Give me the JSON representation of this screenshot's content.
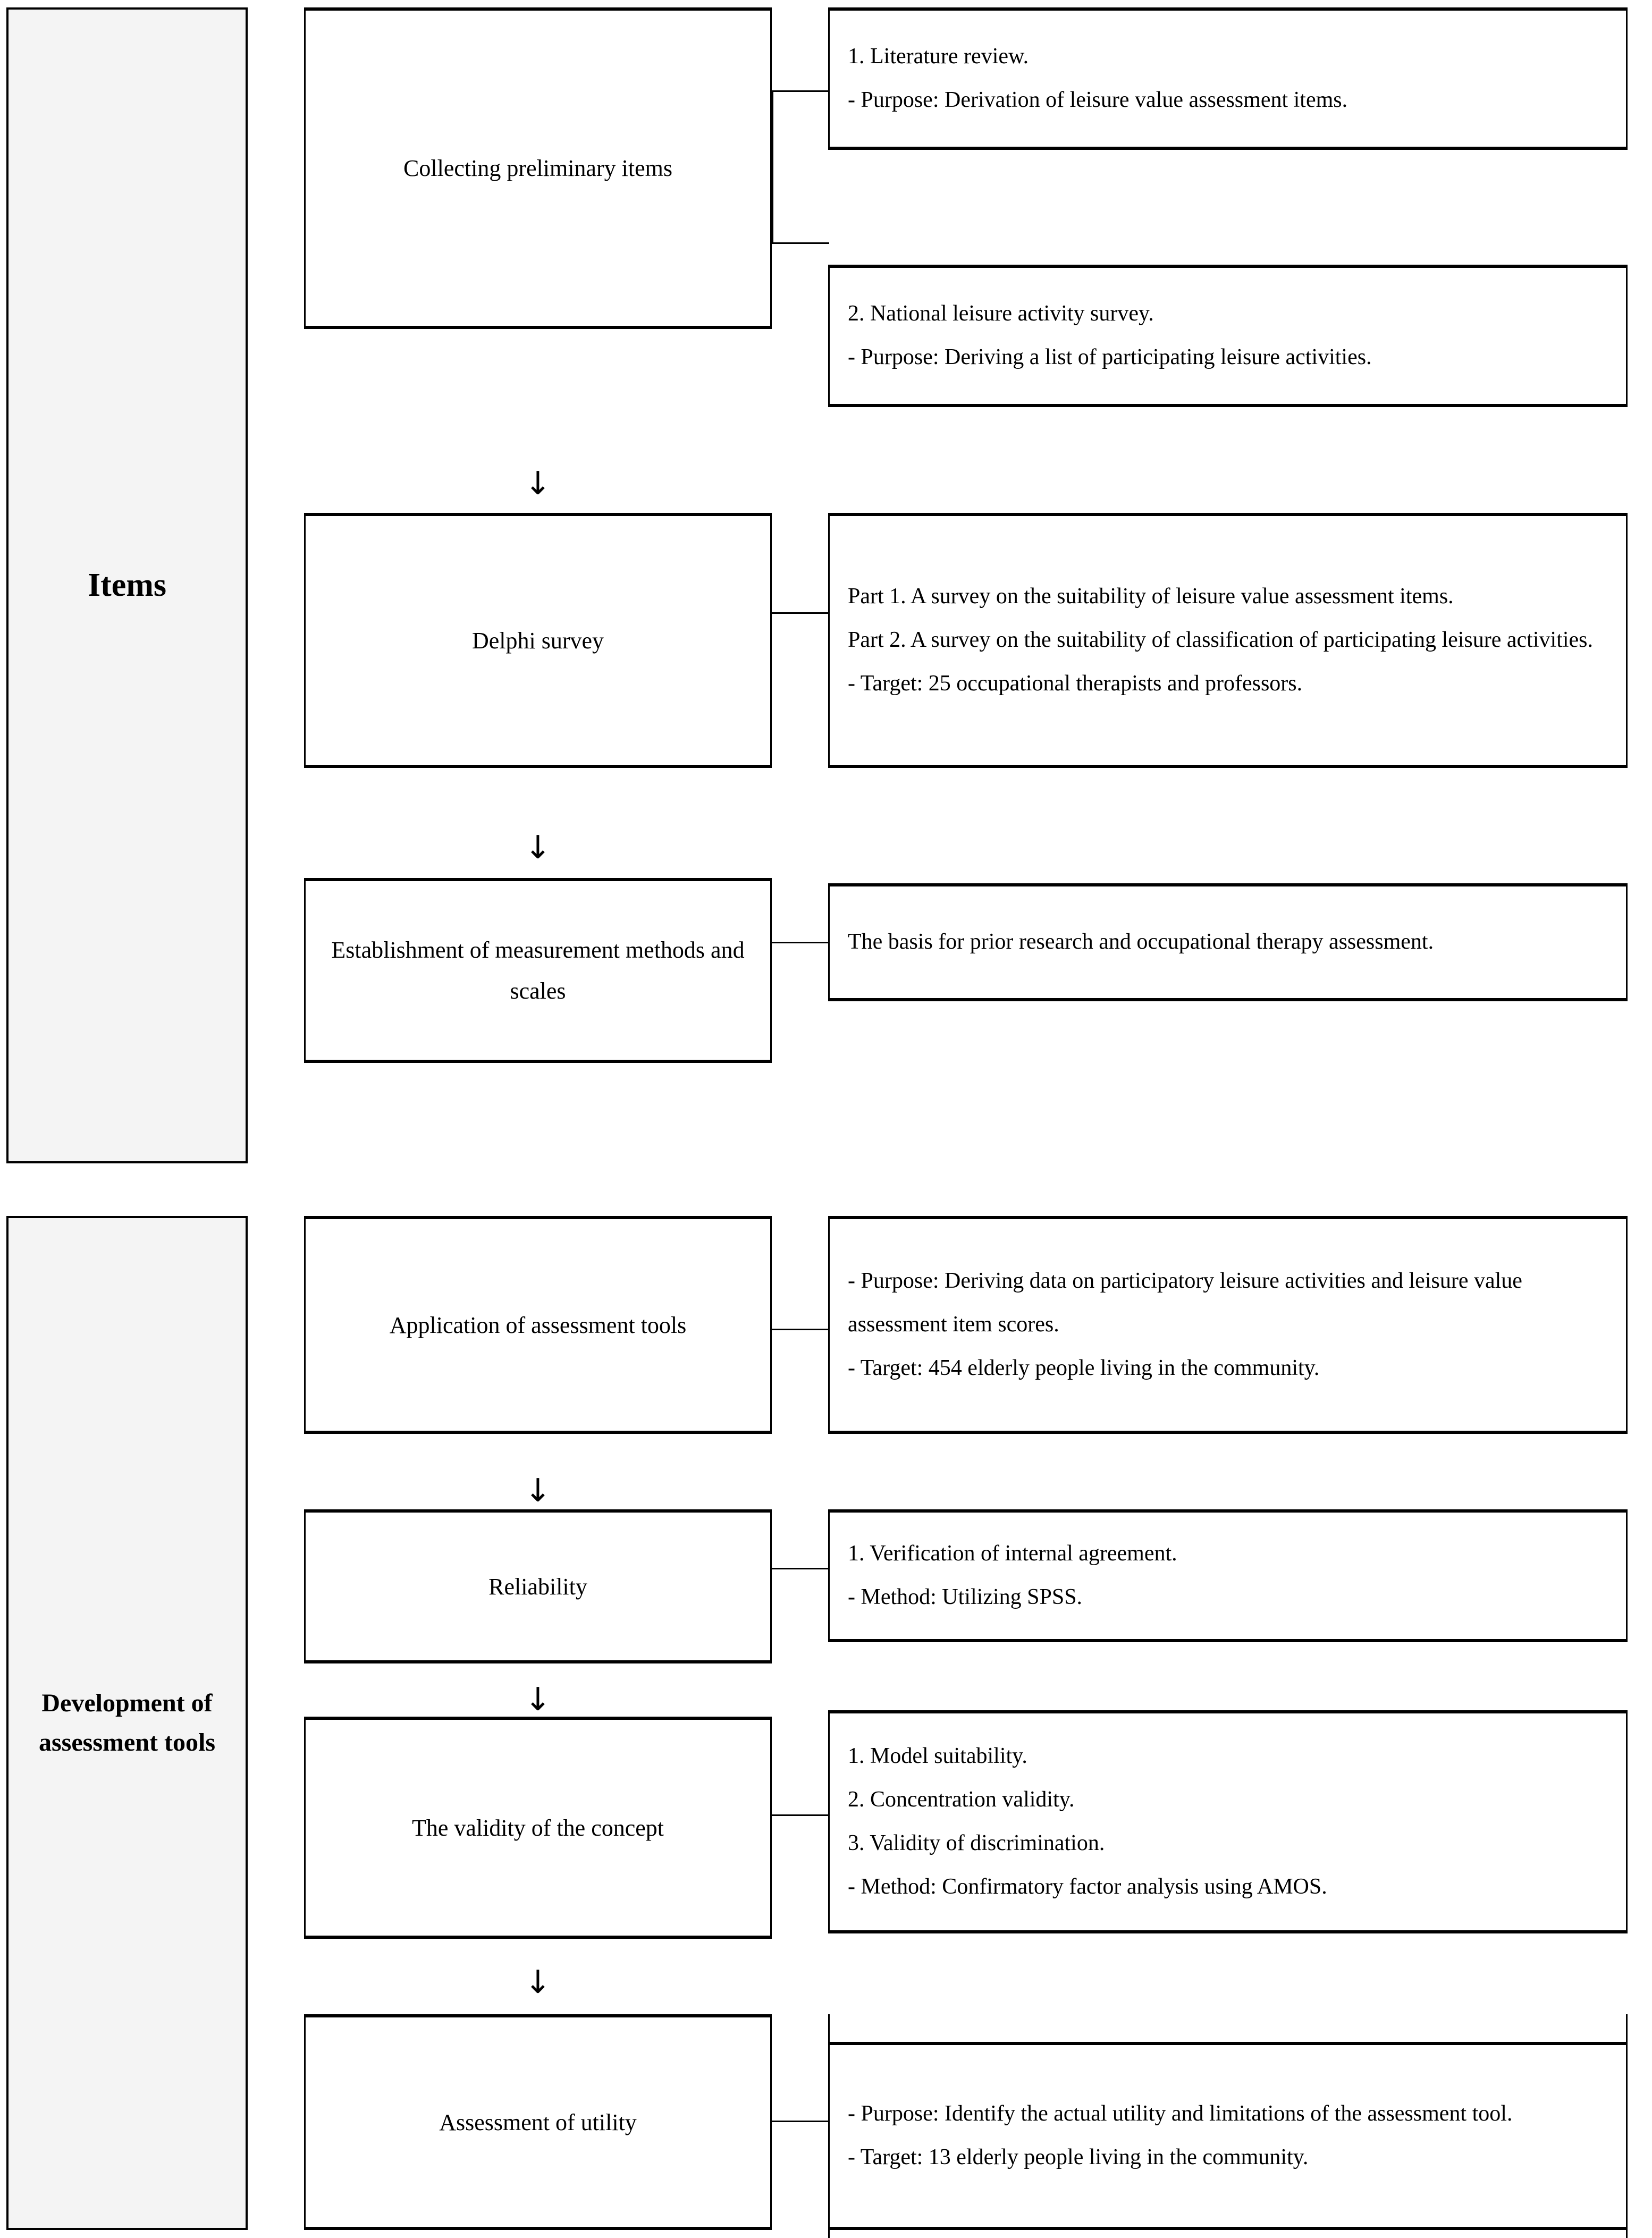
{
  "groups": [
    {
      "id": "items",
      "label": "Items"
    },
    {
      "id": "development",
      "label": "Development of assessment tools"
    }
  ],
  "arrow_glyph": "↓",
  "colors": {
    "sidebar_fill": "#f4f4f4",
    "stroke": "#000000",
    "background": "#ffffff"
  },
  "flow": {
    "items": {
      "group_label": "Items",
      "stages": [
        {
          "id": "collecting-preliminary-items",
          "label": "Collecting preliminary items",
          "details": [
            {
              "id": "literature-review",
              "lines": [
                "1. Literature review.",
                "- Purpose: Derivation of leisure value assessment items."
              ]
            },
            {
              "id": "national-leisure-activity-survey",
              "lines": [
                "2. National leisure activity survey.",
                "- Purpose: Deriving a list of participating leisure activities."
              ]
            }
          ]
        },
        {
          "id": "delphi-survey",
          "label": "Delphi survey",
          "details": [
            {
              "id": "delphi-survey-detail",
              "lines": [
                "Part 1. A survey on the suitability of leisure value assessment items.",
                "Part 2. A survey on the suitability of classification of participating leisure activities.",
                "- Target: 25 occupational therapists and professors."
              ]
            }
          ]
        },
        {
          "id": "establishment-of-measurement-methods-and-scales",
          "label": "Establishment of measurement methods and scales",
          "details": [
            {
              "id": "basis-for-prior-research",
              "lines": [
                "The basis for prior research and occupational therapy assessment."
              ]
            }
          ]
        }
      ]
    },
    "development": {
      "group_label": "Development of assessment tools",
      "stages": [
        {
          "id": "application-of-assessment-tools",
          "label": "Application of assessment tools",
          "details": [
            {
              "id": "application-detail",
              "lines": [
                "- Purpose: Deriving data on participatory leisure activities and leisure value assessment item scores.",
                "- Target: 454 elderly people living in the community."
              ]
            }
          ]
        },
        {
          "id": "reliability",
          "label": "Reliability",
          "details": [
            {
              "id": "reliability-detail",
              "lines": [
                "1. Verification of internal agreement.",
                "- Method: Utilizing SPSS."
              ]
            }
          ]
        },
        {
          "id": "the-validity-of-the-concept",
          "label": "The validity of the concept",
          "details": [
            {
              "id": "validity-detail",
              "lines": [
                "1. Model suitability.",
                "2. Concentration validity.",
                "3. Validity of discrimination.",
                "- Method: Confirmatory factor analysis using AMOS."
              ]
            }
          ]
        },
        {
          "id": "assessment-of-utility",
          "label": "Assessment of utility",
          "details": [
            {
              "id": "utility-detail",
              "lines": [
                "- Purpose: Identify the actual utility and limitations of the assessment tool.",
                "- Target: 13 elderly people living in the community."
              ]
            }
          ]
        }
      ]
    }
  }
}
